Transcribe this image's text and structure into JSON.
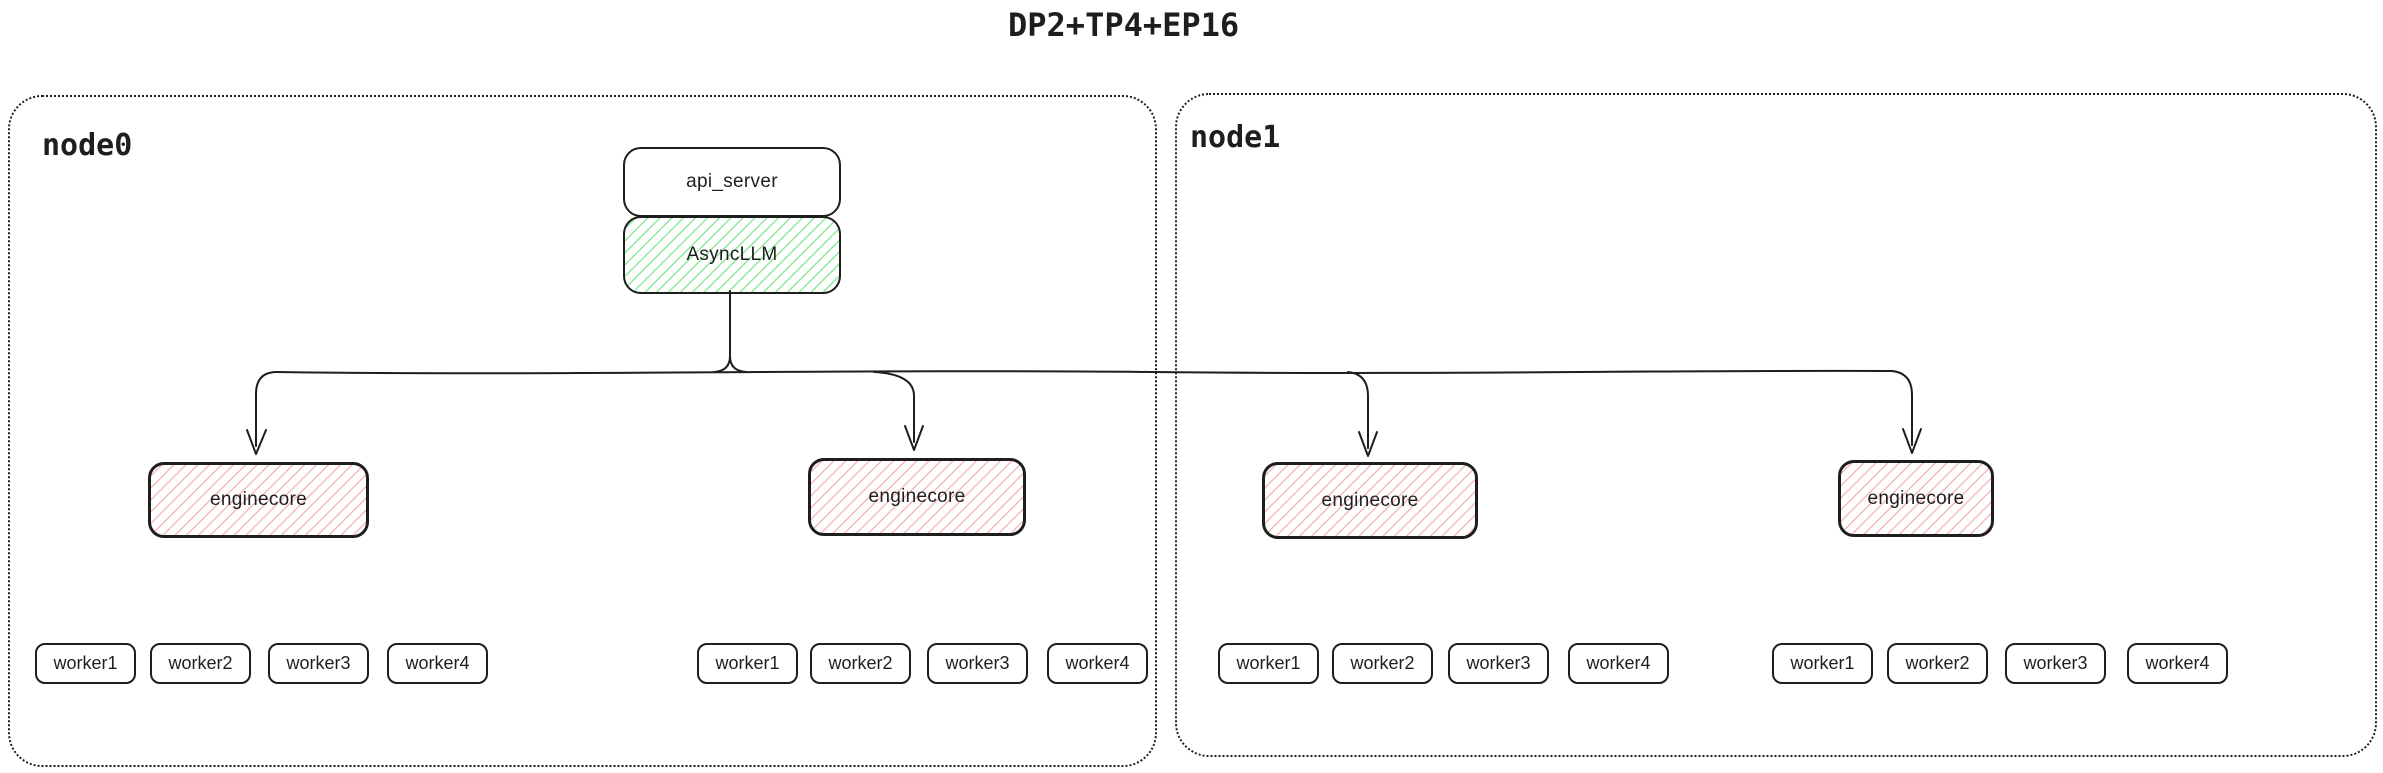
{
  "title": "DP2+TP4+EP16",
  "colors": {
    "stroke": "#1e1e1e",
    "background": "#ffffff",
    "green_hatch": "#8ce99a",
    "red_hatch": "#f7b9b9"
  },
  "node0": {
    "label": "node0",
    "api_server_label": "api_server",
    "asyncllm_label": "AsyncLLM",
    "engines": [
      {
        "label": "enginecore",
        "workers": [
          "worker1",
          "worker2",
          "worker3",
          "worker4"
        ]
      },
      {
        "label": "enginecore",
        "workers": [
          "worker1",
          "worker2",
          "worker3",
          "worker4"
        ]
      }
    ]
  },
  "node1": {
    "label": "node1",
    "engines": [
      {
        "label": "enginecore",
        "workers": [
          "worker1",
          "worker2",
          "worker3",
          "worker4"
        ]
      },
      {
        "label": "enginecore",
        "workers": [
          "worker1",
          "worker2",
          "worker3",
          "worker4"
        ]
      }
    ]
  }
}
